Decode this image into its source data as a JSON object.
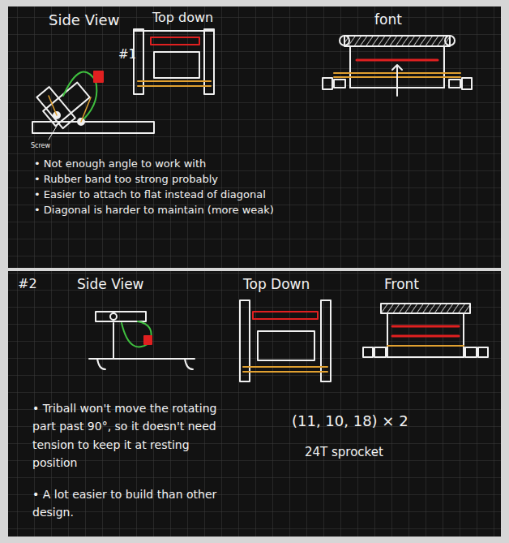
{
  "diagram": {
    "labels": [
      "Side View",
      "Top down",
      "font",
      "#1",
      "Screw",
      "• Not enough angle to work with",
      "• Rubber band too strong probably",
      "• Easier to attach to flat instead of diagonal",
      "• Diagonal is harder to maintain (more weak)",
      "#2",
      "Side View",
      "Top Down",
      "Front",
      "• Triball won't move the rotating part past 90°, so it doesn't need tension to keep it at resting position",
      "• A lot easier to build than other design.",
      "(11, 10, 18) × 2",
      "24T sprocket"
    ]
  }
}
